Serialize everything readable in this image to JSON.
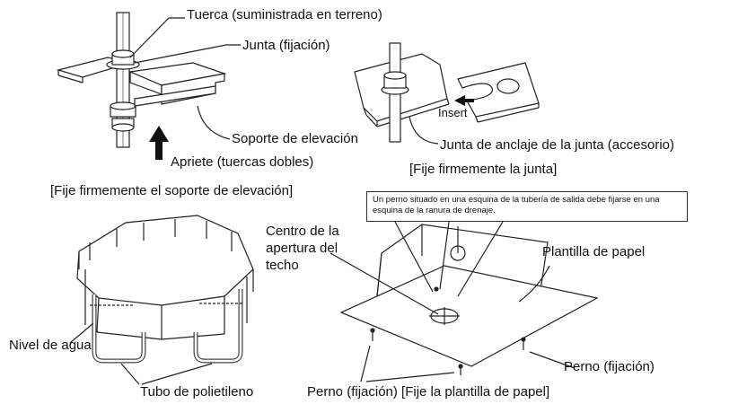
{
  "labels": {
    "nut": "Tuerca (suministrada en terreno)",
    "washer": "Junta (fijación)",
    "insert": "Insert",
    "hanger": "Soporte de elevación",
    "washer_holder": "Junta de anclaje de la junta (accesorio)",
    "tighten": "Apriete (tuercas dobles)",
    "fix_washer": "[Fije firmemente la junta]",
    "fix_hanger": "[Fije firmemente el soporte de elevación]",
    "bolt_note": "Un perno situado en una esquina de la tubería de salida debe fijarse en una esquina de la ranura de drenaje.",
    "ceiling_center": "Centro de la\napertura del\ntecho",
    "paper_template": "Plantilla de papel",
    "water_level": "Nivel de agua",
    "bolt_fixing": "Perno (fijación)",
    "poly_tube": "Tubo de polietileno",
    "bolt_fixing_template": "Perno (fijación) [Fije la plantilla de papel]"
  }
}
